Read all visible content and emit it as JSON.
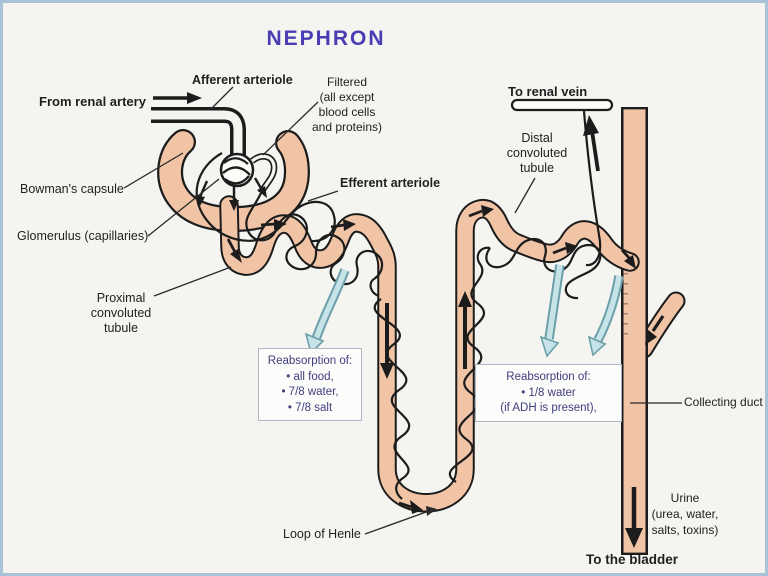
{
  "title": "NEPHRON",
  "colors": {
    "title_text": "#4a3db4",
    "tubule_fill": "#f1c4a6",
    "outline": "#1c1c1c",
    "reabsorption_arrow_fill": "#c6e3e7",
    "reabsorption_arrow_edge": "#6b9fa9",
    "page_border": "#a9c2d8",
    "box_text": "#3e3e7e",
    "background": "#f4f4f1"
  },
  "labels": {
    "from_renal_artery": "From renal artery",
    "afferent_arteriole": "Afferent arteriole",
    "filtered": [
      "Filtered",
      "(all except",
      "blood cells",
      "and proteins)"
    ],
    "to_renal_vein": "To renal vein",
    "bowmans_capsule": "Bowman's capsule",
    "glomerulus": "Glomerulus (capillaries)",
    "proximal_tubule": [
      "Proximal",
      "convoluted",
      "tubule"
    ],
    "efferent_arteriole": "Efferent arteriole",
    "distal_tubule": [
      "Distal",
      "convoluted",
      "tubule"
    ],
    "collecting_duct": "Collecting duct",
    "loop_of_henle": "Loop of Henle",
    "urine": [
      "Urine",
      "(urea, water,",
      "salts, toxins)"
    ],
    "to_the_bladder": "To the bladder"
  },
  "reabsorption_boxes": {
    "proximal": {
      "title": "Reabsorption of:",
      "item1": "• all food,",
      "item2": "• 7/8 water,",
      "item3": "• 7/8 salt"
    },
    "distal": {
      "title": "Reabsorption of:",
      "item1": "• 1/8 water",
      "item2": "(if ADH is present),"
    }
  }
}
